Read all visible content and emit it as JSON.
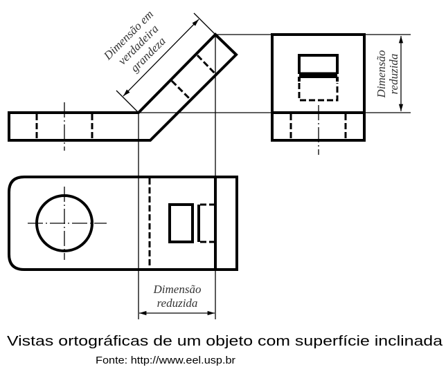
{
  "labels": {
    "true_size_line1": "Dimensão em",
    "true_size_line2": "verdadeira",
    "true_size_line3": "grandeza",
    "reduced_right_line1": "Dimensão",
    "reduced_right_line2": "reduzida",
    "reduced_bottom_line1": "Dimensão",
    "reduced_bottom_line2": "reduzida"
  },
  "caption": {
    "title": "Vistas ortográficas de um objeto com superfície inclinada",
    "source": "Fonte: http://www.eel.usp.br"
  }
}
